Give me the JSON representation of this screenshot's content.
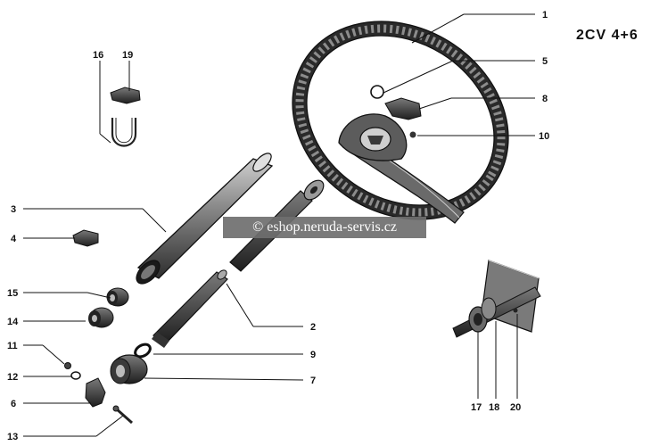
{
  "model": "2CV 4+6",
  "watermark": "© eshop.neruda-servis.cz",
  "callouts": [
    "1",
    "2",
    "3",
    "4",
    "5",
    "6",
    "7",
    "8",
    "9",
    "10",
    "11",
    "12",
    "13",
    "14",
    "15",
    "16",
    "17",
    "18",
    "19",
    "20"
  ]
}
